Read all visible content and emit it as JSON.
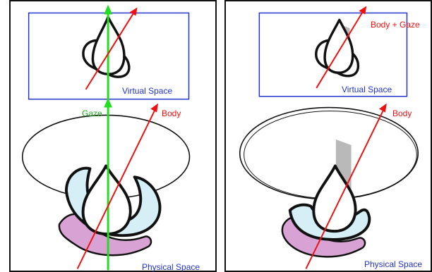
{
  "figure": {
    "left_panel": {
      "virtual_space_label": "Virtual Space",
      "gaze_label": "Gaze",
      "body_label": "Body",
      "physical_space_label": "Physical Space"
    },
    "right_panel": {
      "body_gaze_label": "Body + Gaze",
      "virtual_space_label": "Virtual Space",
      "body_label": "Body",
      "physical_space_label": "Physical Space"
    }
  },
  "colors": {
    "gaze_arrow": "#22dd22",
    "body_arrow": "#ee1111",
    "frame_blue": "#2233cc",
    "label_blue": "#2233cc",
    "head_fill": "#ffffff",
    "shoulder_fill": "#d6eef6",
    "lower_fill": "#d9a2d4",
    "shade_grey": "#b9b9b9",
    "ink": "#111111"
  },
  "icons": [
    "head-top-view",
    "arrow-up"
  ]
}
